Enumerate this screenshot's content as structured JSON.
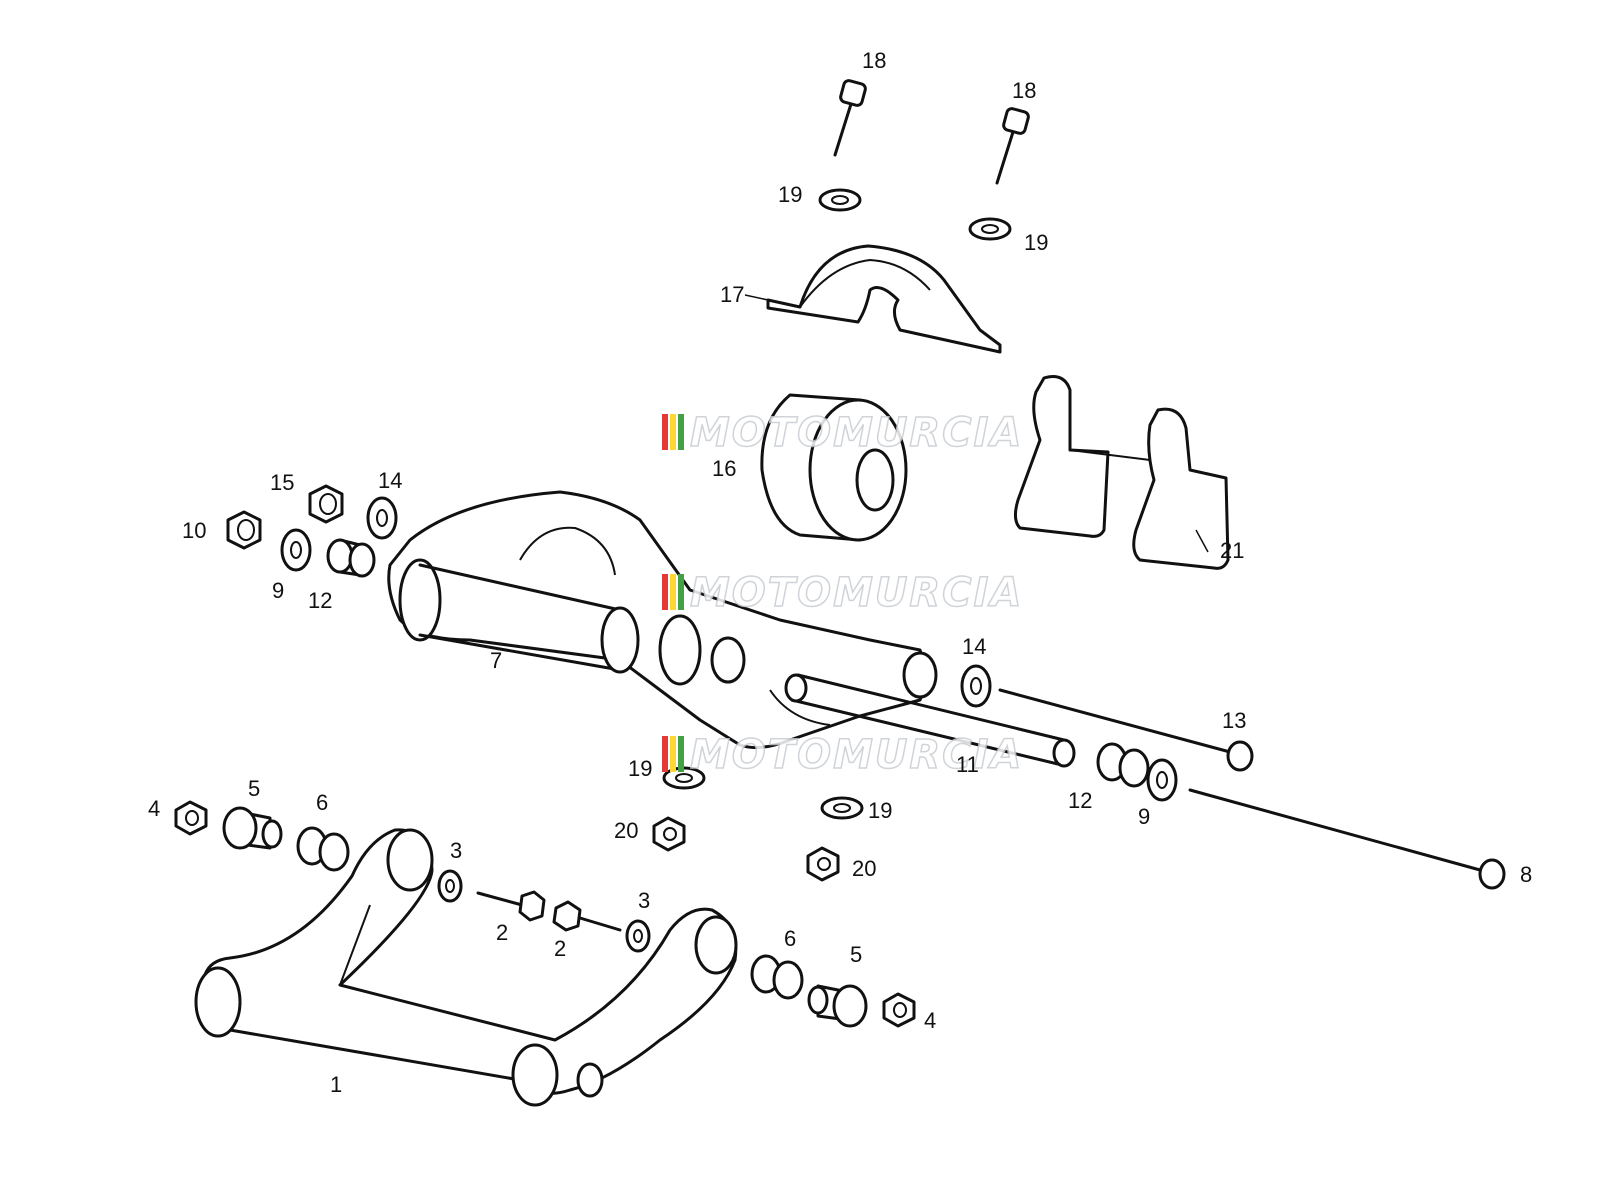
{
  "watermark": {
    "text": "MOTOMURCIA",
    "stripe_colors": [
      "#e53935",
      "#fdd835",
      "#43a047"
    ]
  },
  "callouts": {
    "c1": "1",
    "c2a": "2",
    "c2b": "2",
    "c3a": "3",
    "c3b": "3",
    "c4a": "4",
    "c4b": "4",
    "c5a": "5",
    "c5b": "5",
    "c6a": "6",
    "c6b": "6",
    "c7": "7",
    "c8": "8",
    "c9a": "9",
    "c9b": "9",
    "c10": "10",
    "c11": "11",
    "c12a": "12",
    "c12b": "12",
    "c13": "13",
    "c14a": "14",
    "c14b": "14",
    "c15": "15",
    "c16": "16",
    "c17": "17",
    "c18a": "18",
    "c18b": "18",
    "c19a": "19",
    "c19b": "19",
    "c19c": "19",
    "c19d": "19",
    "c20a": "20",
    "c20b": "20",
    "c21": "21"
  }
}
